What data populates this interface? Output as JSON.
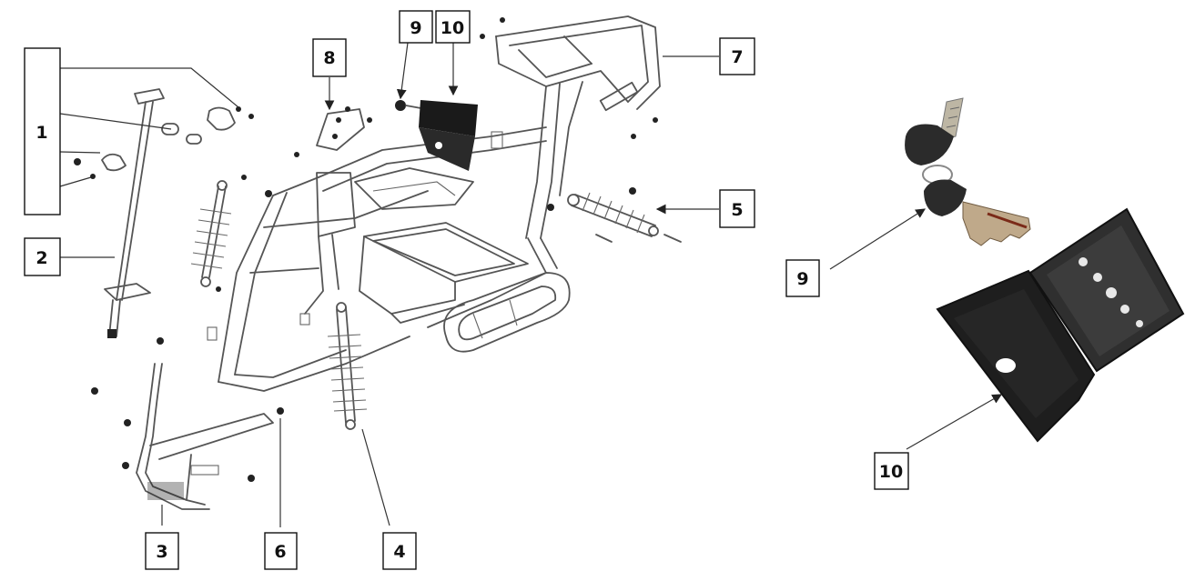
{
  "callouts": {
    "c1": "1",
    "c2": "2",
    "c3": "3",
    "c4": "4",
    "c5": "5",
    "c6": "6",
    "c7": "7",
    "c8": "8",
    "c9": "9",
    "c10": "10",
    "c9_detail": "9",
    "c10_detail": "10"
  },
  "colors": {
    "line": "#555555",
    "ink": "#111111",
    "box_fill": "#1a1a1a"
  }
}
